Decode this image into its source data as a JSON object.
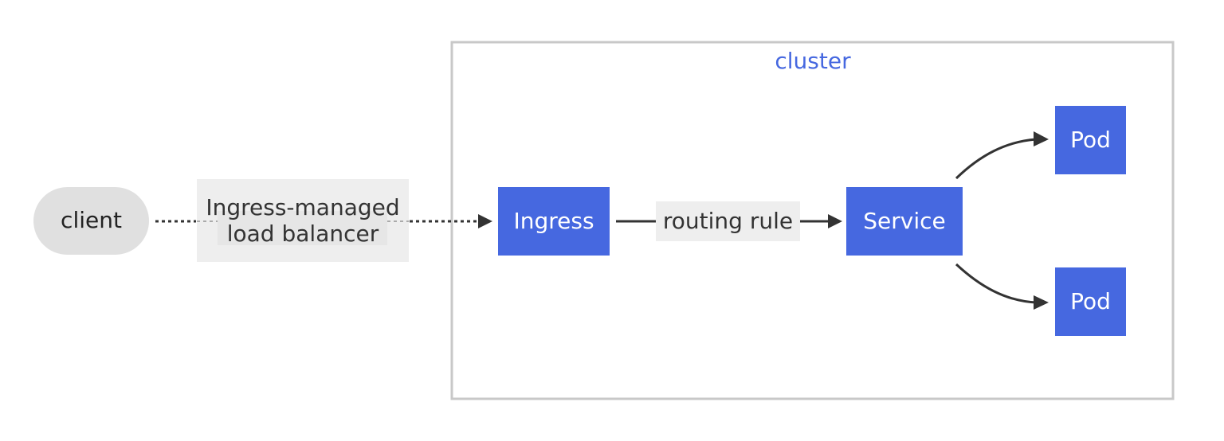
{
  "diagram": {
    "cluster": {
      "title": "cluster"
    },
    "nodes": {
      "client": "client",
      "ingress": "Ingress",
      "service": "Service",
      "pod_top": "Pod",
      "pod_bottom": "Pod"
    },
    "edges": {
      "lb_line1": "Ingress-managed",
      "lb_line2": "load balancer",
      "routing_rule": "routing rule"
    },
    "colors": {
      "node_fill": "#4668e0",
      "cluster_border": "#c8c8c8",
      "cluster_title": "#4668e0",
      "client_fill": "#e0e0e0",
      "edge_label_bg": "#eeeeee",
      "edge_stroke": "#333333"
    }
  }
}
